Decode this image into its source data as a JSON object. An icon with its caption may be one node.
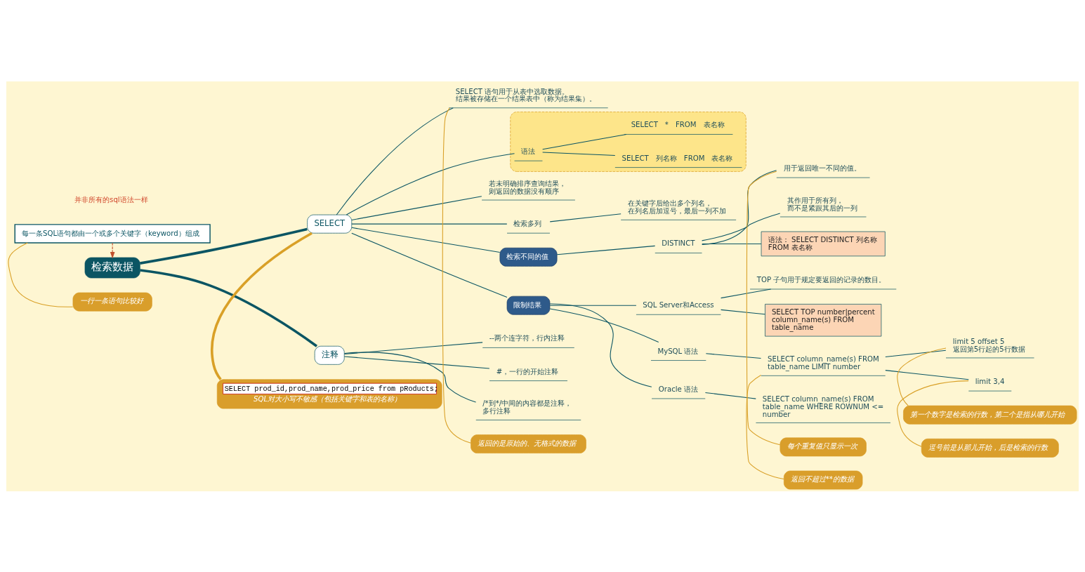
{
  "diagram": {
    "nodes": [
      {
        "text": [
          "检索数据"
        ]
      },
      {
        "text": [
          "每一条SQL语句都由一个或多个关键字（keyword）组成"
        ]
      },
      {
        "text": [
          "SELECT"
        ]
      },
      {
        "text": [
          "SELECT prod_id,prod_name,prod_price from pRoducts;",
          "SQL对大小写不敏感（包括关键字和表的名称）"
        ]
      },
      {
        "text": [
          "SELECT 语句用于从表中选取数据。结果被存储在一个结果表中（称为结果集）。"
        ]
      },
      {
        "text": [],
        "shape": "box"
      },
      {
        "text": [
          "语法"
        ],
        "in": 5
      },
      {
        "text": [
          "SELECT　列名称　FROM　表名称"
        ],
        "in": 5
      },
      {
        "text": [
          "SELECT　*　FROM　表名称"
        ],
        "in": 5
      },
      {
        "text": [
          "若未明确排序查询结果，则返回的数据没有顺序"
        ]
      },
      {
        "text": [
          "检索多列"
        ]
      },
      {
        "text": [
          "在关键字后给出多个列名，在列名后加逗号，最后一列不加"
        ]
      },
      {
        "text": [
          "检索不同的值"
        ]
      },
      {
        "text": [
          "DISTINCT"
        ]
      },
      {
        "text": [
          "用于返回唯一不同的值。"
        ]
      },
      {
        "text": [
          "其作用于所有列，而不是紧跟其后的一列"
        ]
      },
      {
        "text": [
          "语法： SELECT DISTINCT 列名称 FROM 表名称"
        ]
      },
      {
        "text": [
          "限制结果"
        ]
      },
      {
        "text": [
          "SQL Server和Access"
        ]
      },
      {
        "text": [
          "TOP 子句用于规定要返回的记录的数目。"
        ]
      },
      {
        "text": [
          "SELECT TOP number|percent column_name(s) FROM table_name"
        ]
      },
      {
        "text": [
          "MySQL 语法"
        ]
      },
      {
        "text": [
          "SELECT column_name(s) FROM table_name LIMIT number"
        ]
      },
      {
        "text": [
          "limit 5 offset 5 返回第5行起的5行数据"
        ]
      },
      {
        "text": [
          "limit 3,4"
        ]
      },
      {
        "text": [
          "Oracle 语法"
        ]
      },
      {
        "text": [
          "SELECT column_name(s) FROM table_name WHERE ROWNUM <= number"
        ]
      },
      {
        "text": [
          "注释"
        ]
      },
      {
        "text": [
          "--两个连字符，行内注释"
        ]
      },
      {
        "text": [
          "#，一行的开始注释"
        ]
      },
      {
        "text": [
          "/*到*/中间的内容都是注释，多行注释"
        ]
      },
      {
        "text": [
          "一行一条语句比较好"
        ]
      },
      {
        "text": [
          "返回的是原始的、无格式的数据"
        ]
      },
      {
        "text": [
          "每个重复值只显示一次"
        ]
      },
      {
        "text": [
          "返回不超过**的数据"
        ]
      },
      {
        "text": [
          "第一个数字是检索的行数，第二个是指从哪儿开始"
        ]
      },
      {
        "text": [
          "逗号前是从那儿开始，后是检索的行数"
        ]
      }
    ],
    "edges": [
      {
        "from": 1,
        "to": 0,
        "arrow": "to",
        "style": "dashed",
        "color": "#c0502e"
      },
      {
        "from": 0,
        "to": 2,
        "arrow": "none",
        "style": "thick"
      },
      {
        "from": 0,
        "to": 27,
        "arrow": "none",
        "style": "thick"
      },
      {
        "from": 3,
        "to": 2,
        "arrow": "none",
        "style": "thick",
        "color": "#d9a027"
      },
      {
        "from": 2,
        "to": 4,
        "arrow": "none"
      },
      {
        "from": 2,
        "to": 6,
        "arrow": "none"
      },
      {
        "from": 2,
        "to": 9,
        "arrow": "none"
      },
      {
        "from": 2,
        "to": 10,
        "arrow": "none"
      },
      {
        "from": 2,
        "to": 12,
        "arrow": "none"
      },
      {
        "from": 2,
        "to": 17,
        "arrow": "none"
      },
      {
        "from": 6,
        "to": 7,
        "arrow": "none"
      },
      {
        "from": 6,
        "to": 8,
        "arrow": "none"
      },
      {
        "from": 10,
        "to": 11,
        "arrow": "none"
      },
      {
        "from": 12,
        "to": 13,
        "arrow": "none"
      },
      {
        "from": 13,
        "to": 14,
        "arrow": "none"
      },
      {
        "from": 13,
        "to": 15,
        "arrow": "none"
      },
      {
        "from": 13,
        "to": 16,
        "arrow": "none"
      },
      {
        "from": 17,
        "to": 18,
        "arrow": "none"
      },
      {
        "from": 17,
        "to": 21,
        "arrow": "none"
      },
      {
        "from": 17,
        "to": 25,
        "arrow": "none"
      },
      {
        "from": 18,
        "to": 19,
        "arrow": "none"
      },
      {
        "from": 18,
        "to": 20,
        "arrow": "none"
      },
      {
        "from": 21,
        "to": 22,
        "arrow": "none"
      },
      {
        "from": 22,
        "to": 23,
        "arrow": "none"
      },
      {
        "from": 22,
        "to": 24,
        "arrow": "none"
      },
      {
        "from": 25,
        "to": 26,
        "arrow": "none"
      },
      {
        "from": 27,
        "to": 28,
        "arrow": "none"
      },
      {
        "from": 27,
        "to": 29,
        "arrow": "none"
      },
      {
        "from": 27,
        "to": 30,
        "arrow": "none"
      },
      {
        "from": 31,
        "to": 1,
        "arrow": "none",
        "color": "#d9a027"
      },
      {
        "from": 32,
        "to": 4,
        "arrow": "none",
        "color": "#d9a027"
      },
      {
        "from": 33,
        "to": 14,
        "arrow": "none",
        "color": "#d9a027"
      },
      {
        "from": 34,
        "to": 22,
        "arrow": "none",
        "color": "#d9a027"
      },
      {
        "from": 35,
        "to": 23,
        "arrow": "none",
        "color": "#d9a027"
      },
      {
        "from": 36,
        "to": 24,
        "arrow": "none",
        "color": "#d9a027"
      }
    ],
    "labels": [
      "并非所有的sql语法一样"
    ]
  }
}
